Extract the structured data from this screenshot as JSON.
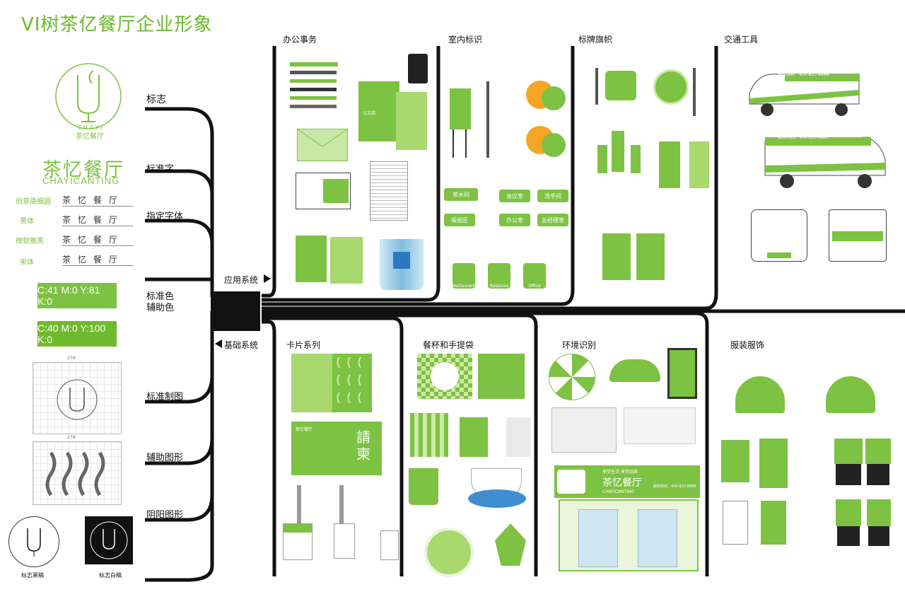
{
  "title": "VI树茶亿餐厅企业形象",
  "brand": {
    "name_cn": "茶忆餐厅",
    "name_en": "CHAYICANTING",
    "seal_letters": "C H A Y I",
    "seal_name": "茶忆餐厅"
  },
  "left_labels": {
    "logo": "标志",
    "std_text": "标准字",
    "font": "指定字体",
    "color": "标准色",
    "aux_color": "辅助色",
    "draw": "标准制图",
    "aux_graphic": "辅助图形",
    "yinyang": "阴阳图形"
  },
  "fonts": [
    {
      "name": "创意简细圆",
      "sample": "茶忆餐厅"
    },
    {
      "name": "黑体",
      "sample": "茶忆餐厅"
    },
    {
      "name": "微软雅黑",
      "sample": "茶忆餐厅"
    },
    {
      "name": "宋体",
      "sample": "茶忆餐厅"
    }
  ],
  "colors": {
    "standard": "C:41 M:0 Y:81 K:0",
    "aux": "C:40 M:0  Y:100 K:0",
    "primary_hex": "#7dc242",
    "light_hex": "#a8d86e"
  },
  "systems": {
    "application": "应用系统",
    "base": "基础系统"
  },
  "top_sections": [
    "办公事务",
    "室内标识",
    "标牌旗帜",
    "交通工具"
  ],
  "bottom_sections": [
    "卡片系列",
    "餐杯和手提袋",
    "环境识别",
    "服装服饰"
  ],
  "grid_dim": "27A",
  "logo_captions": {
    "black": "标志黑稿",
    "white": "标志白稿"
  },
  "office": {
    "doc": "公文袋"
  },
  "invite": {
    "chars": "請柬",
    "tag": "茶忆餐厅"
  },
  "vehicle": {
    "hotline": "服务热线：400-820-8888"
  },
  "shop": {
    "slogan": "享受生活  享受品质",
    "name": "茶忆餐厅",
    "en": "CHAYICANTING",
    "tel": "服务热线：400-820-8888"
  },
  "signs": {
    "restaurant": "Restaurant",
    "rest": "Restarea",
    "office": "Office"
  },
  "indoor_tags": [
    "茶水间",
    "会议室",
    "洗手间",
    "吸烟区",
    "办公室",
    "总经理室"
  ]
}
